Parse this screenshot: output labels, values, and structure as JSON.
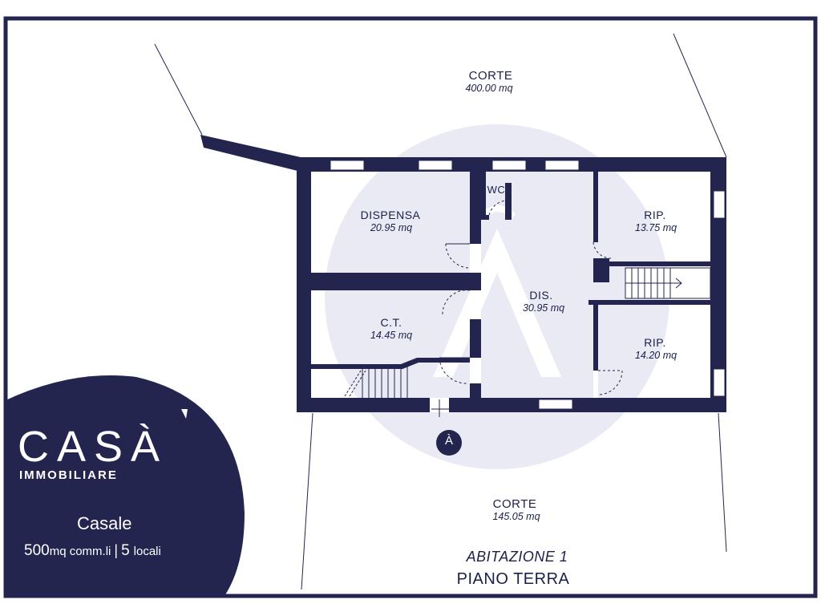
{
  "colors": {
    "wall": "#23254f",
    "ink": "#1b1f4a",
    "watermark": "#e9eaf3",
    "brand_bg": "#23254f",
    "background": "#ffffff"
  },
  "courtyard_top": {
    "name": "CORTE",
    "area": "400.00 mq"
  },
  "courtyard_bottom": {
    "name": "CORTE",
    "area": "145.05 mq"
  },
  "rooms": {
    "dispensa": {
      "name": "DISPENSA",
      "area": "20.95 mq"
    },
    "wc": {
      "name": "WC"
    },
    "rip_top": {
      "name": "RIP.",
      "area": "13.75 mq"
    },
    "dis": {
      "name": "DIS.",
      "area": "30.95 mq"
    },
    "ct": {
      "name": "C.T.",
      "area": "14.45 mq"
    },
    "rip_bottom": {
      "name": "RIP.",
      "area": "14.20 mq"
    }
  },
  "entrance_marker": "À",
  "floor_title": {
    "unit": "ABITAZIONE 1",
    "level": "PIANO TERRA"
  },
  "brand": {
    "logo_text": "CASÀ",
    "tagline": "IMMOBILIARE",
    "property_type": "Casale",
    "size_value": "500",
    "size_unit": "mq comm.li",
    "separator": "|",
    "rooms_value": "5",
    "rooms_unit": "locali"
  },
  "icons": {
    "logo": "brand-logo-icon",
    "entrance": "entrance-marker-icon",
    "stairs": "stairs-icon"
  }
}
